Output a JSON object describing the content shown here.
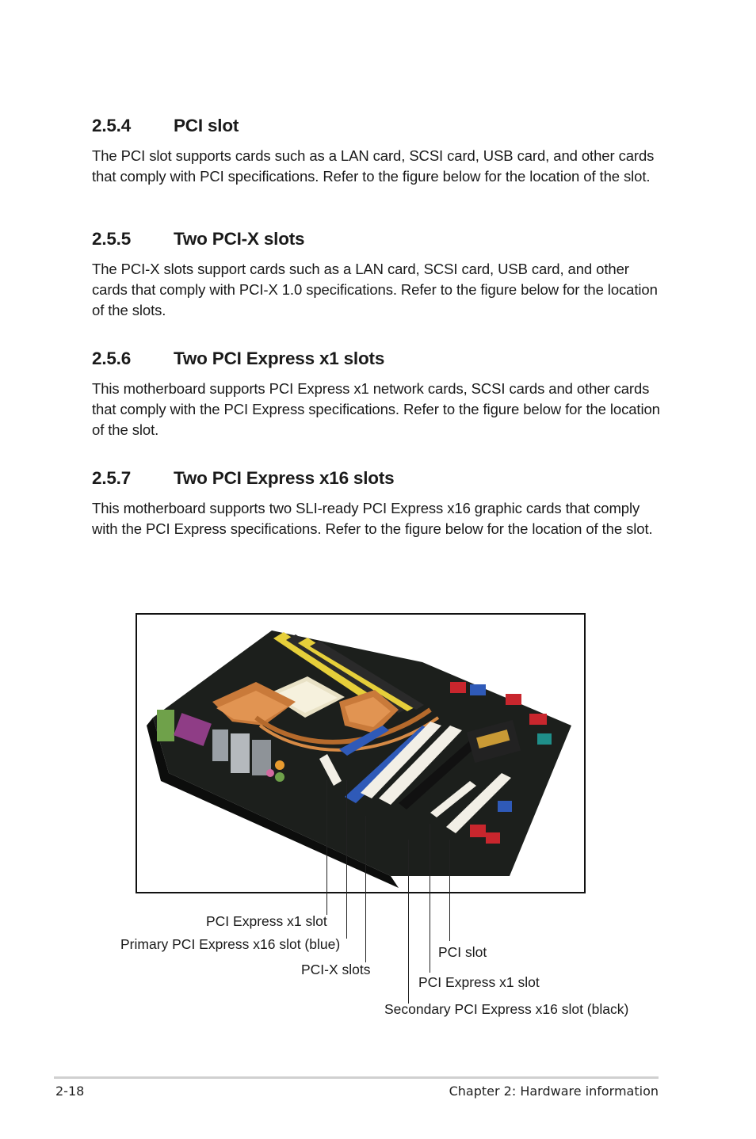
{
  "sections": [
    {
      "number": "2.5.4",
      "title": "PCI slot",
      "body": "The PCI slot supports cards such as a LAN card, SCSI card, USB card, and other cards that comply with PCI specifications. Refer to the figure below for the location of the slot."
    },
    {
      "number": "2.5.5",
      "title": "Two PCI-X slots",
      "body": "The PCI-X slots support cards such as a LAN card, SCSI card, USB card, and other cards that comply with PCI-X 1.0 specifications. Refer to the figure below for the location of the slots."
    },
    {
      "number": "2.5.6",
      "title": "Two PCI Express x1 slots",
      "body": "This motherboard supports PCI Express x1 network cards, SCSI cards and other cards that comply with the PCI Express specifications. Refer to the figure below for the location of the slot."
    },
    {
      "number": "2.5.7",
      "title": "Two PCI Express x16 slots",
      "body": "This motherboard supports two SLI-ready PCI Express x16 graphic cards that comply with the PCI Express specifications. Refer to the figure below for the location of the slot."
    }
  ],
  "figure": {
    "callouts": {
      "pcie_x1_left": "PCI Express x1 slot",
      "pcie_x16_primary": "Primary PCI Express x16 slot (blue)",
      "pcix_slots": "PCI-X slots",
      "pci_slot": "PCI slot",
      "pcie_x1_right": "PCI Express x1 slot",
      "pcie_x16_secondary": "Secondary PCI Express x16 slot (black)"
    }
  },
  "footer": {
    "page_number": "2-18",
    "chapter": "Chapter 2: Hardware information"
  },
  "colors": {
    "pcb": "#1c1f1c",
    "heatsink": "#c97a3a",
    "pcie_blue": "#2f5ab8",
    "dimm_yellow": "#e6cf3a",
    "slot_white": "#f2efe6",
    "sata_red": "#c8262d"
  }
}
